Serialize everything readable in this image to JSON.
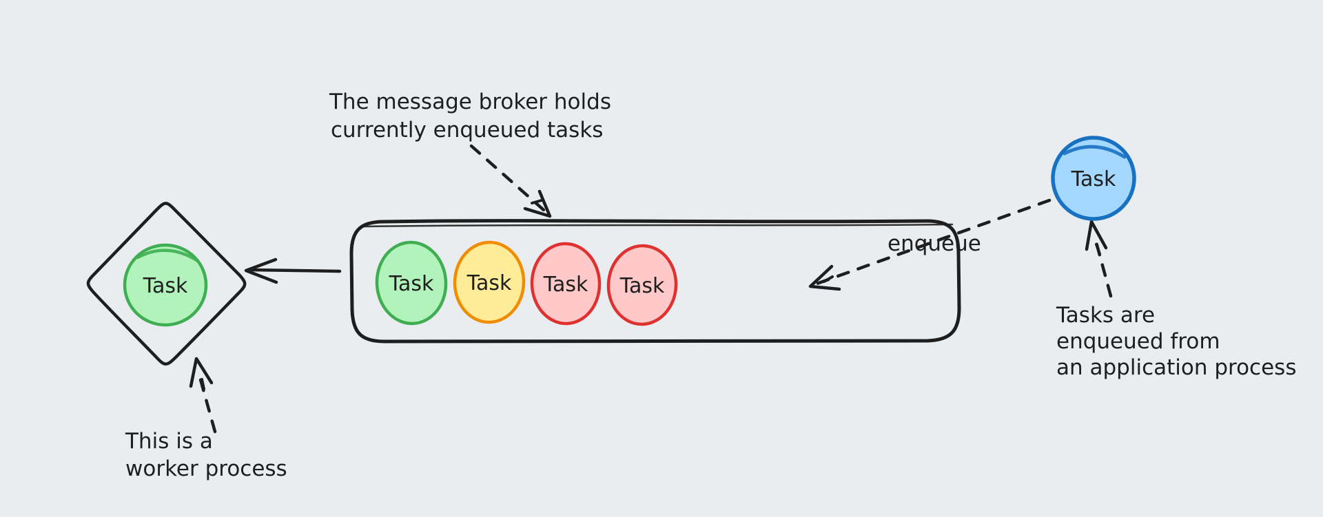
{
  "canvas": {
    "background": "#e9edf0",
    "ink": "#1e1e1e"
  },
  "worker": {
    "note": [
      "This is a",
      "worker process"
    ],
    "task": {
      "label": "Task",
      "fill": "#b2f2bb",
      "stroke": "#3fae53"
    }
  },
  "broker": {
    "note": [
      "The message broker holds",
      "currently enqueued tasks"
    ],
    "tasks": [
      {
        "label": "Task",
        "fill": "#b2f2bb",
        "stroke": "#3fae53"
      },
      {
        "label": "Task",
        "fill": "#ffec99",
        "stroke": "#f08c00"
      },
      {
        "label": "Task",
        "fill": "#ffc9c9",
        "stroke": "#e03131"
      },
      {
        "label": "Task",
        "fill": "#ffc9c9",
        "stroke": "#e03131"
      }
    ]
  },
  "producer": {
    "enqueue_label": "enqueue",
    "note": [
      "Tasks are",
      "enqueued from",
      "an application process"
    ],
    "task": {
      "label": "Task",
      "fill": "#a5d8ff",
      "stroke": "#1971c2"
    }
  }
}
